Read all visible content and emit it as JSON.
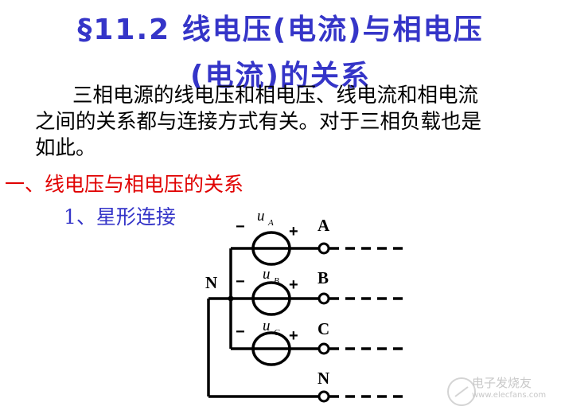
{
  "title": {
    "line1": "§11.2 线电压(电流)与相电压",
    "line2": "(电流)的关系"
  },
  "intro": {
    "line1": "三相电源的线电压和相电压、线电流和相电流",
    "line2": "之间的关系都与连接方式有关。对于三相负载也是",
    "line3": "如此。"
  },
  "section": "一、线电压与相电压的关系",
  "subsection": "1、星形连接",
  "diagram": {
    "neutral_label": "N",
    "terminals": [
      "A",
      "B",
      "C",
      "N"
    ],
    "sources": [
      {
        "symbol": "u",
        "sub": "A",
        "minus": "−",
        "plus": "+"
      },
      {
        "symbol": "u",
        "sub": "B",
        "minus": "−",
        "plus": "+"
      },
      {
        "symbol": "u",
        "sub": "C",
        "minus": "−",
        "plus": "+"
      }
    ]
  },
  "watermark": {
    "cn": "电子发烧友",
    "en": "www.elecfans.com"
  },
  "colors": {
    "title": "#3535c8",
    "section": "#e00000",
    "text": "#000000"
  }
}
